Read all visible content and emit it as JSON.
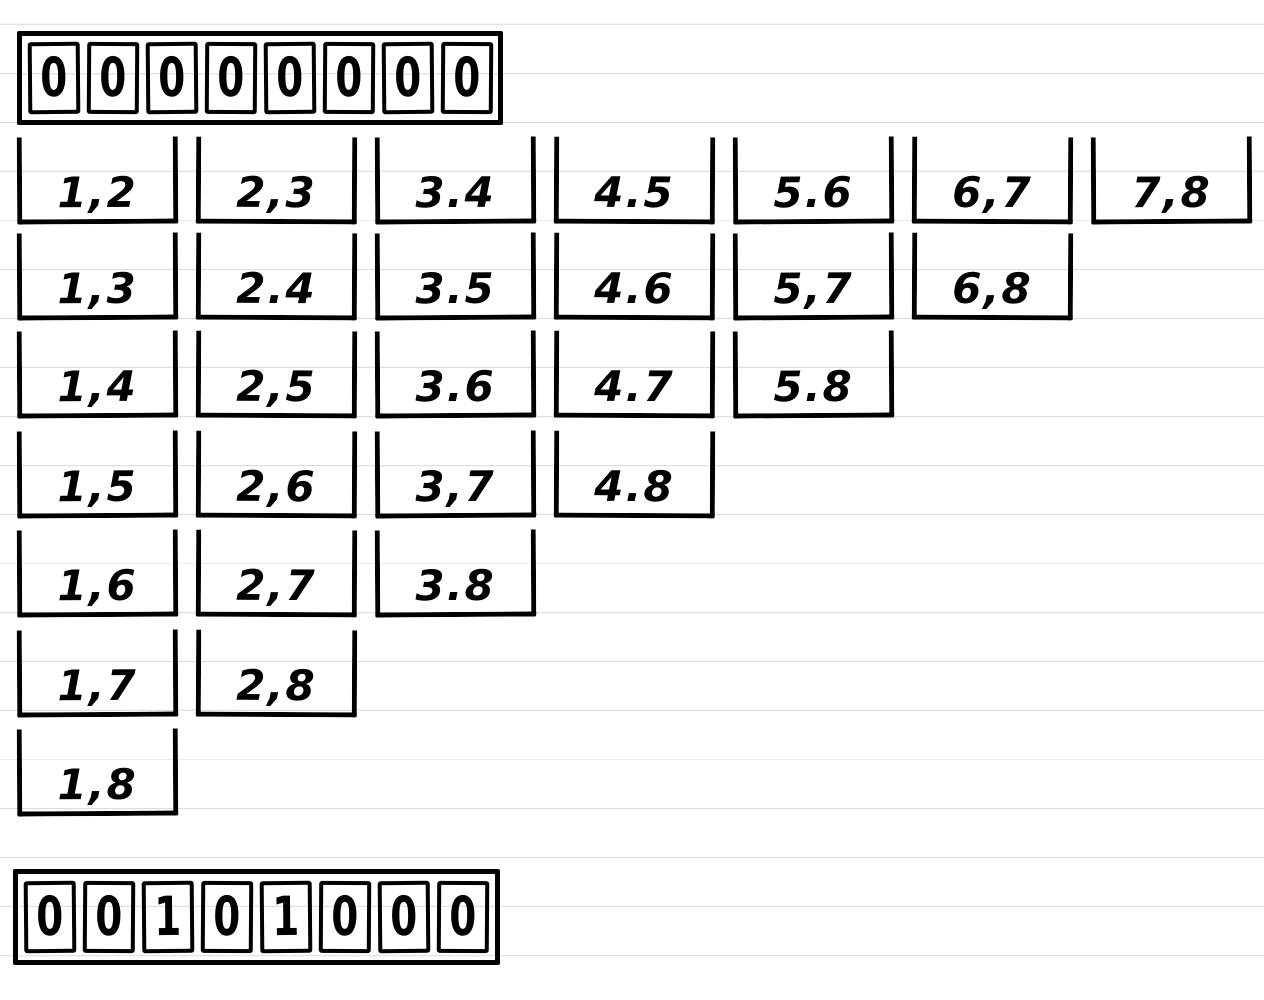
{
  "colors": {
    "ink": "#000000",
    "ruled_line": "#dcdcdc",
    "background": "#ffffff"
  },
  "top_array": {
    "cells": [
      "0",
      "0",
      "0",
      "0",
      "0",
      "0",
      "0",
      "0"
    ]
  },
  "pair_rows": [
    [
      "1,2",
      "2,3",
      "3.4",
      "4.5",
      "5.6",
      "6,7",
      "7,8"
    ],
    [
      "1,3",
      "2.4",
      "3.5",
      "4.6",
      "5,7",
      "6,8"
    ],
    [
      "1,4",
      "2,5",
      "3.6",
      "4.7",
      "5.8"
    ],
    [
      "1,5",
      "2,6",
      "3,7",
      "4.8"
    ],
    [
      "1,6",
      "2,7",
      "3.8"
    ],
    [
      "1,7",
      "2,8"
    ],
    [
      "1,8"
    ]
  ],
  "bottom_array": {
    "cells": [
      "0",
      "0",
      "1",
      "0",
      "1",
      "0",
      "0",
      "0"
    ]
  }
}
